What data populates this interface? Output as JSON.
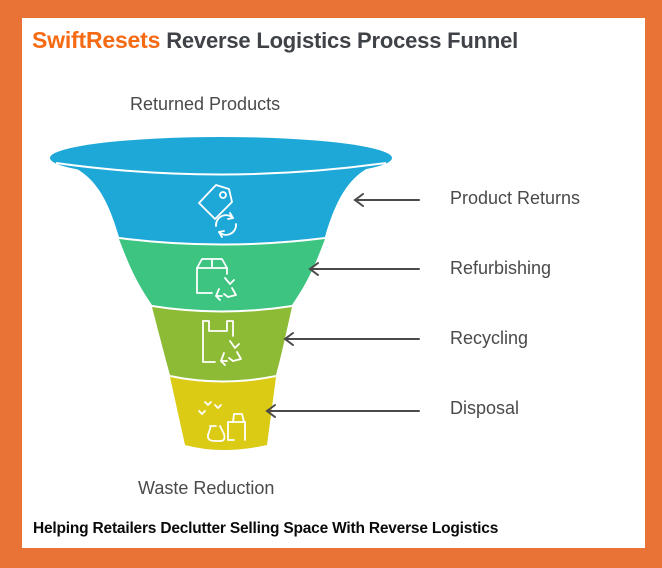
{
  "header": {
    "brand": "SwiftResets",
    "title": "Reverse Logistics Process Funnel"
  },
  "funnel": {
    "top_label": "Returned Products",
    "bottom_label": "Waste Reduction",
    "stages": [
      {
        "label": "Product Returns",
        "color": "#1ea8d8",
        "icon": "price-tag-refresh-icon"
      },
      {
        "label": "Refurbishing",
        "color": "#3dc480",
        "icon": "box-recycle-icon"
      },
      {
        "label": "Recycling",
        "color": "#8ebb35",
        "icon": "bag-recycle-icon"
      },
      {
        "label": "Disposal",
        "color": "#dccb14",
        "icon": "trash-bin-icon"
      }
    ]
  },
  "footer": {
    "tagline": "Helping Retailers Declutter Selling Space With Reverse Logistics"
  },
  "colors": {
    "border": "#e97236",
    "brand": "#f56a12",
    "title": "#3f4246",
    "arrow": "#4a4a4a"
  }
}
